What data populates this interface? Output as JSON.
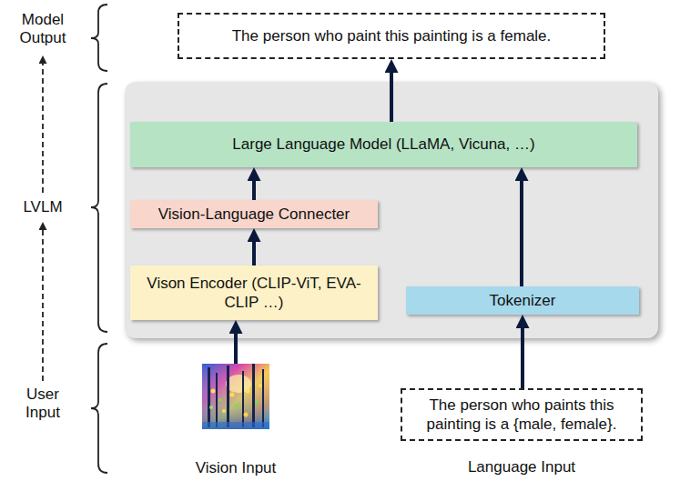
{
  "diagram": {
    "nodes": [
      {
        "text": [
          "The person who paint this painting is a female."
        ]
      },
      {
        "text": [
          "Large Language Model (LLaMA, Vicuna, …)"
        ]
      },
      {
        "text": [
          "Vision-Language Connecter"
        ]
      },
      {
        "text": [
          "Vison Encoder (CLIP-ViT, EVA-CLIP …)"
        ]
      },
      {
        "text": [
          "Tokenizer"
        ]
      },
      {
        "text": [
          "Vision Input"
        ]
      },
      {
        "text": [
          "The person who paints this painting is a {male, female}.",
          "Language Input"
        ]
      }
    ],
    "edges": [
      {
        "from": 5,
        "to": 3,
        "arrow": "to"
      },
      {
        "from": 3,
        "to": 2,
        "arrow": "to"
      },
      {
        "from": 2,
        "to": 1,
        "arrow": "to"
      },
      {
        "from": 6,
        "to": 4,
        "arrow": "to"
      },
      {
        "from": 4,
        "to": 1,
        "arrow": "to"
      },
      {
        "from": 1,
        "to": 0,
        "arrow": "to"
      }
    ],
    "labels": [
      "Model Output",
      "LVLM",
      "User Input"
    ]
  }
}
